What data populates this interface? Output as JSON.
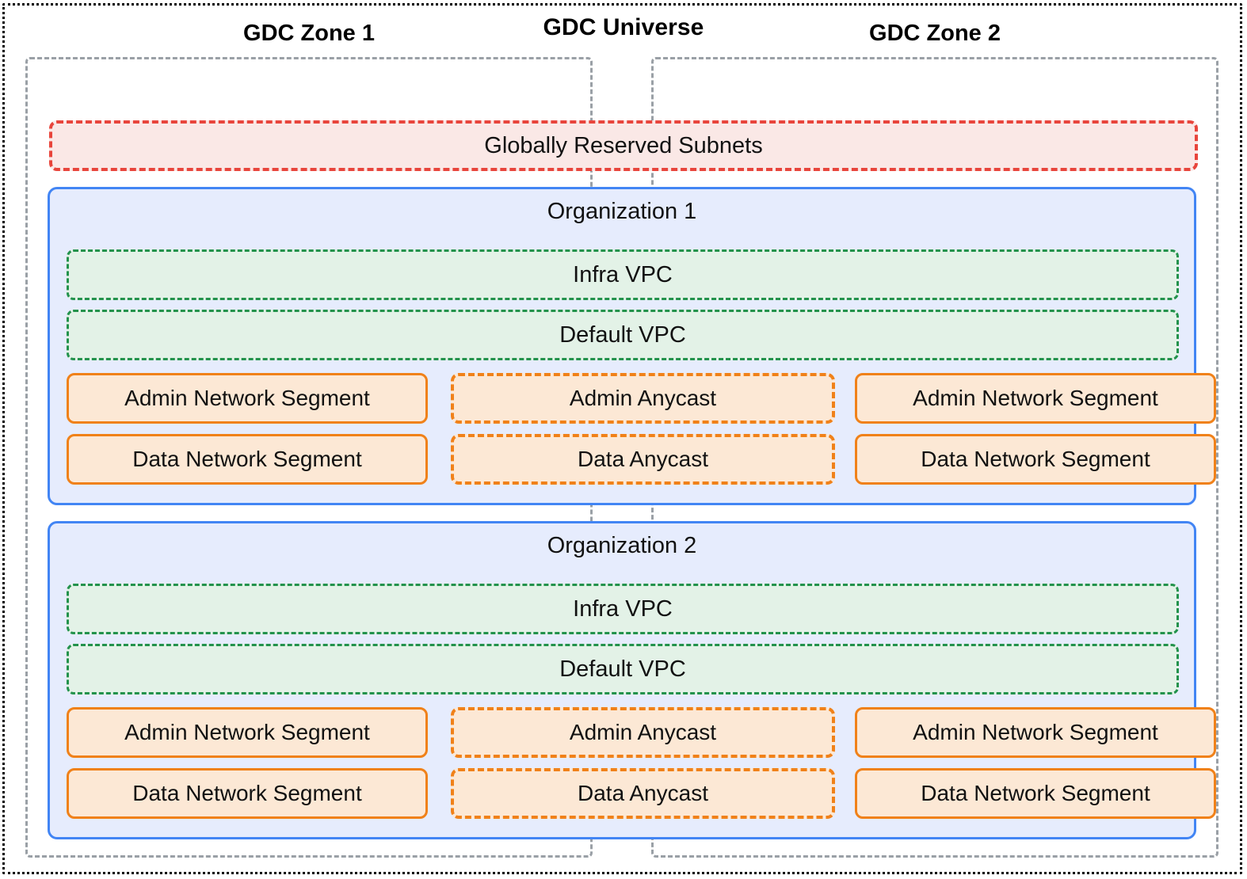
{
  "universe": {
    "title": "GDC Universe",
    "border_color": "#000000"
  },
  "zones": [
    {
      "title": "GDC Zone 1"
    },
    {
      "title": "GDC Zone 2"
    }
  ],
  "globally_reserved_subnets": {
    "label": "Globally Reserved Subnets",
    "border_color": "#e8453c",
    "fill_color": "#fae8e6"
  },
  "colors": {
    "org_border": "#4285f4",
    "org_fill": "#e6ecfd",
    "vpc_border": "#23924c",
    "vpc_fill": "#e3f2e7",
    "segment_border": "#f08119",
    "segment_fill": "#fce8d5",
    "zone_border": "#9aa0a6"
  },
  "organizations": [
    {
      "title": "Organization 1",
      "vpcs": [
        {
          "label": "Infra VPC"
        },
        {
          "label": "Default VPC"
        }
      ],
      "rows": [
        {
          "left": "Admin Network Segment",
          "middle": "Admin Anycast",
          "right": "Admin Network Segment"
        },
        {
          "left": "Data Network Segment",
          "middle": "Data Anycast",
          "right": "Data Network Segment"
        }
      ]
    },
    {
      "title": "Organization 2",
      "vpcs": [
        {
          "label": "Infra VPC"
        },
        {
          "label": "Default VPC"
        }
      ],
      "rows": [
        {
          "left": "Admin Network Segment",
          "middle": "Admin Anycast",
          "right": "Admin Network Segment"
        },
        {
          "left": "Data Network Segment",
          "middle": "Data Anycast",
          "right": "Data Network Segment"
        }
      ]
    }
  ]
}
